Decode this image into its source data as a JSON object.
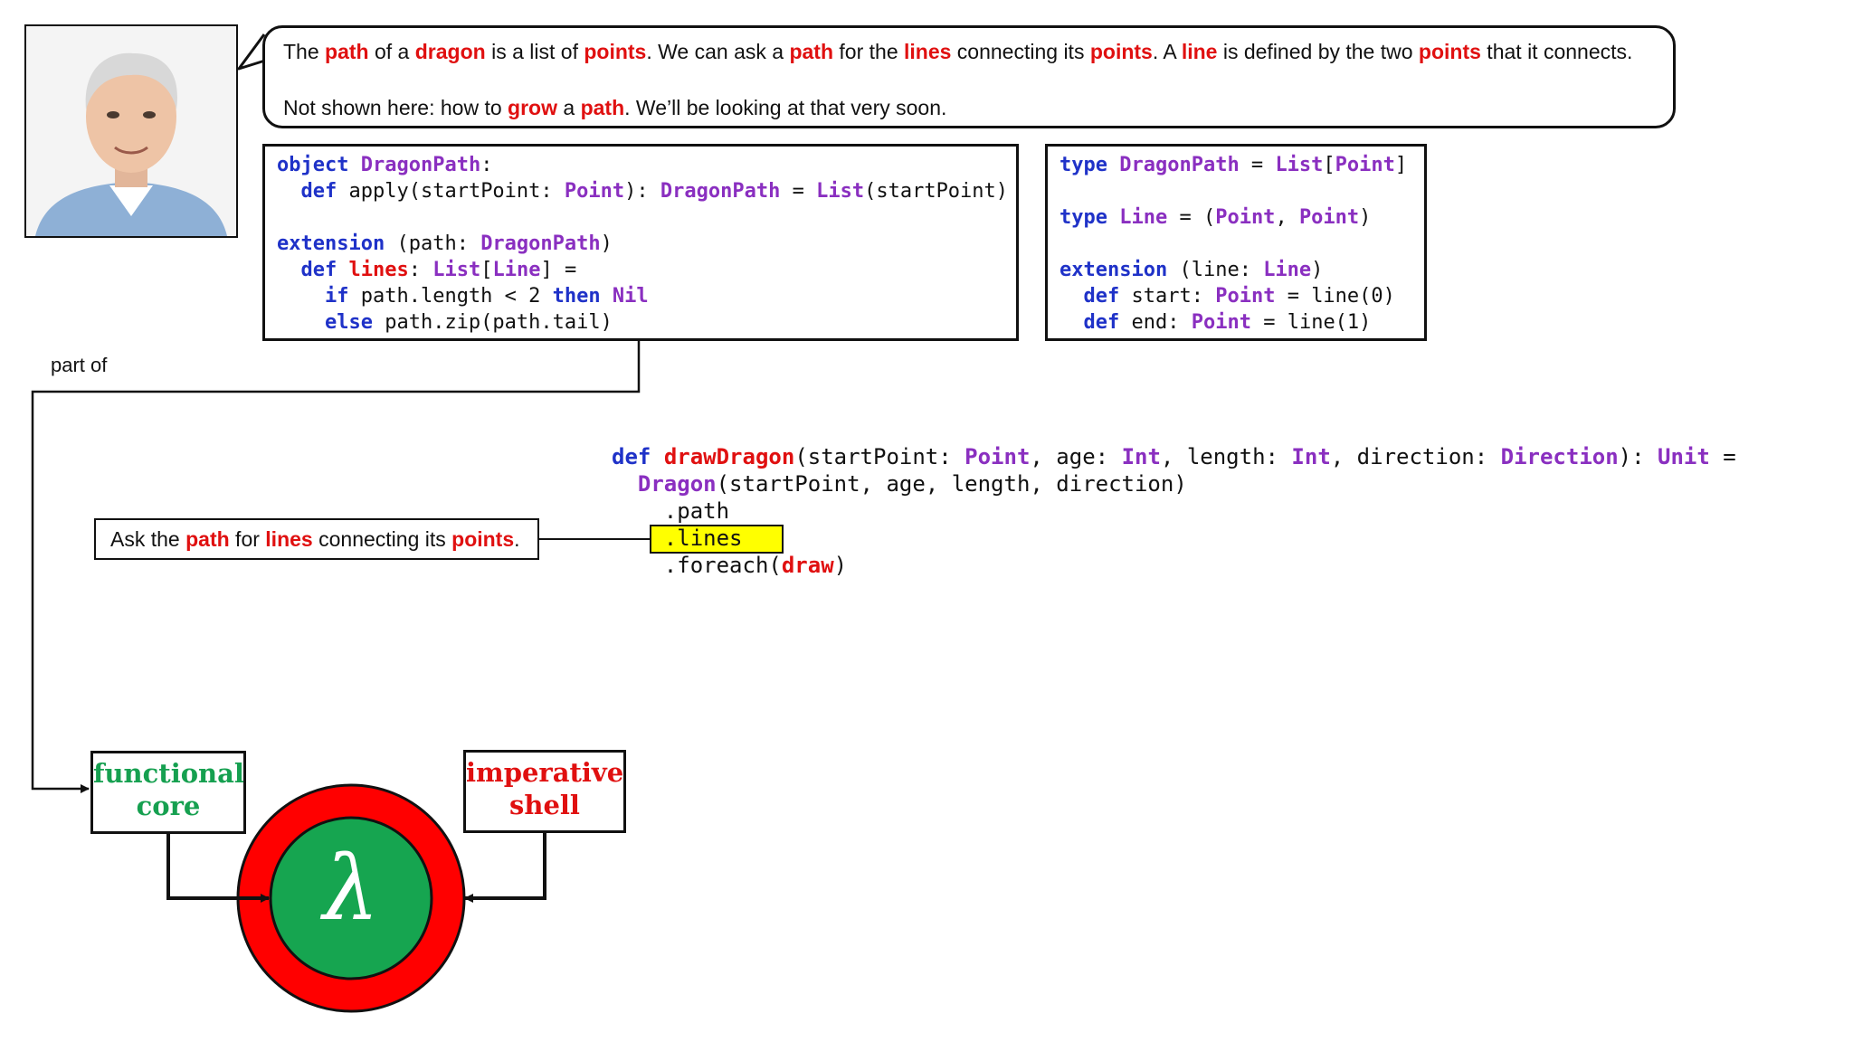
{
  "bubble": {
    "line1": [
      {
        "t": "The ",
        "c": ""
      },
      {
        "t": "path",
        "c": "red"
      },
      {
        "t": " of a ",
        "c": ""
      },
      {
        "t": "dragon",
        "c": "red"
      },
      {
        "t": " is a list of ",
        "c": ""
      },
      {
        "t": "points",
        "c": "red"
      },
      {
        "t": ". We can ask a ",
        "c": ""
      },
      {
        "t": "path",
        "c": "red"
      },
      {
        "t": " for the ",
        "c": ""
      },
      {
        "t": "lines",
        "c": "red"
      },
      {
        "t": " connecting its ",
        "c": ""
      },
      {
        "t": "points",
        "c": "red"
      },
      {
        "t": ". A ",
        "c": ""
      },
      {
        "t": "line",
        "c": "red"
      },
      {
        "t": " is defined by the two ",
        "c": ""
      },
      {
        "t": "points",
        "c": "red"
      },
      {
        "t": " that it connects.",
        "c": ""
      }
    ],
    "line2": [
      {
        "t": "Not shown here: how to ",
        "c": ""
      },
      {
        "t": "grow",
        "c": "red"
      },
      {
        "t": " a ",
        "c": ""
      },
      {
        "t": "path",
        "c": "red"
      },
      {
        "t": ". We’ll be looking at that very soon.",
        "c": ""
      }
    ]
  },
  "code_object": [
    [
      {
        "t": "object",
        "c": "kw"
      },
      {
        "t": " ",
        "c": ""
      },
      {
        "t": "DragonPath",
        "c": "ty"
      },
      {
        "t": ":",
        "c": ""
      }
    ],
    [
      {
        "t": "  ",
        "c": ""
      },
      {
        "t": "def",
        "c": "kw"
      },
      {
        "t": " apply(startPoint: ",
        "c": ""
      },
      {
        "t": "Point",
        "c": "ty"
      },
      {
        "t": "): ",
        "c": ""
      },
      {
        "t": "DragonPath",
        "c": "ty"
      },
      {
        "t": " = ",
        "c": ""
      },
      {
        "t": "List",
        "c": "ty"
      },
      {
        "t": "(startPoint)",
        "c": ""
      }
    ],
    [
      {
        "t": "",
        "c": ""
      }
    ],
    [
      {
        "t": "extension",
        "c": "kw"
      },
      {
        "t": " (path: ",
        "c": ""
      },
      {
        "t": "DragonPath",
        "c": "ty"
      },
      {
        "t": ")",
        "c": ""
      }
    ],
    [
      {
        "t": "  ",
        "c": ""
      },
      {
        "t": "def",
        "c": "kw"
      },
      {
        "t": " ",
        "c": ""
      },
      {
        "t": "lines",
        "c": "red"
      },
      {
        "t": ": ",
        "c": ""
      },
      {
        "t": "List",
        "c": "ty"
      },
      {
        "t": "[",
        "c": ""
      },
      {
        "t": "Line",
        "c": "ty"
      },
      {
        "t": "] =",
        "c": ""
      }
    ],
    [
      {
        "t": "    ",
        "c": ""
      },
      {
        "t": "if",
        "c": "kw"
      },
      {
        "t": " path.length < 2 ",
        "c": ""
      },
      {
        "t": "then",
        "c": "kw"
      },
      {
        "t": " ",
        "c": ""
      },
      {
        "t": "Nil",
        "c": "ty"
      }
    ],
    [
      {
        "t": "    ",
        "c": ""
      },
      {
        "t": "else",
        "c": "kw"
      },
      {
        "t": " path.zip(path.tail)",
        "c": ""
      }
    ]
  ],
  "code_types": [
    [
      {
        "t": "type",
        "c": "kw"
      },
      {
        "t": " ",
        "c": ""
      },
      {
        "t": "DragonPath",
        "c": "ty"
      },
      {
        "t": " = ",
        "c": ""
      },
      {
        "t": "List",
        "c": "ty"
      },
      {
        "t": "[",
        "c": ""
      },
      {
        "t": "Point",
        "c": "ty"
      },
      {
        "t": "]",
        "c": ""
      }
    ],
    [
      {
        "t": "",
        "c": ""
      }
    ],
    [
      {
        "t": "type",
        "c": "kw"
      },
      {
        "t": " ",
        "c": ""
      },
      {
        "t": "Line",
        "c": "ty"
      },
      {
        "t": " = (",
        "c": ""
      },
      {
        "t": "Point",
        "c": "ty"
      },
      {
        "t": ", ",
        "c": ""
      },
      {
        "t": "Point",
        "c": "ty"
      },
      {
        "t": ")",
        "c": ""
      }
    ],
    [
      {
        "t": "",
        "c": ""
      }
    ],
    [
      {
        "t": "extension",
        "c": "kw"
      },
      {
        "t": " (line: ",
        "c": ""
      },
      {
        "t": "Line",
        "c": "ty"
      },
      {
        "t": ")",
        "c": ""
      }
    ],
    [
      {
        "t": "  ",
        "c": ""
      },
      {
        "t": "def",
        "c": "kw"
      },
      {
        "t": " start: ",
        "c": ""
      },
      {
        "t": "Point",
        "c": "ty"
      },
      {
        "t": " = line(0)",
        "c": ""
      }
    ],
    [
      {
        "t": "  ",
        "c": ""
      },
      {
        "t": "def",
        "c": "kw"
      },
      {
        "t": " end: ",
        "c": ""
      },
      {
        "t": "Point",
        "c": "ty"
      },
      {
        "t": " = line(1)",
        "c": ""
      }
    ]
  ],
  "code_main": [
    [
      {
        "t": "def",
        "c": "kw"
      },
      {
        "t": " ",
        "c": ""
      },
      {
        "t": "drawDragon",
        "c": "red"
      },
      {
        "t": "(startPoint: ",
        "c": ""
      },
      {
        "t": "Point",
        "c": "ty"
      },
      {
        "t": ", age: ",
        "c": ""
      },
      {
        "t": "Int",
        "c": "ty"
      },
      {
        "t": ", length: ",
        "c": ""
      },
      {
        "t": "Int",
        "c": "ty"
      },
      {
        "t": ", direction: ",
        "c": ""
      },
      {
        "t": "Direction",
        "c": "ty"
      },
      {
        "t": "): ",
        "c": ""
      },
      {
        "t": "Unit",
        "c": "ty"
      },
      {
        "t": " =",
        "c": ""
      }
    ],
    [
      {
        "t": "  ",
        "c": ""
      },
      {
        "t": "Dragon",
        "c": "ty"
      },
      {
        "t": "(startPoint, age, length, direction)",
        "c": ""
      }
    ],
    [
      {
        "t": "    .path",
        "c": ""
      }
    ],
    [
      {
        "t": "    .lines",
        "c": ""
      }
    ],
    [
      {
        "t": "    .foreach(",
        "c": ""
      },
      {
        "t": "draw",
        "c": "red"
      },
      {
        "t": ")",
        "c": ""
      }
    ]
  ],
  "part_of_label": "part of",
  "callout": [
    {
      "t": "Ask the ",
      "c": ""
    },
    {
      "t": "path",
      "c": "red"
    },
    {
      "t": " for ",
      "c": ""
    },
    {
      "t": "lines",
      "c": "red"
    },
    {
      "t": " connecting its ",
      "c": ""
    },
    {
      "t": "points",
      "c": "red"
    },
    {
      "t": ".",
      "c": ""
    }
  ],
  "functional_core": [
    "functional",
    "core"
  ],
  "imperative_shell": [
    "imperative",
    "shell"
  ],
  "lambda_symbol": "λ",
  "colors": {
    "keyword": "#1f32c8",
    "type": "#8a2fc0",
    "highlight": "#e01010",
    "core_green": "#16a050",
    "shell_red": "#e01010",
    "code_highlight": "#ffff00"
  }
}
